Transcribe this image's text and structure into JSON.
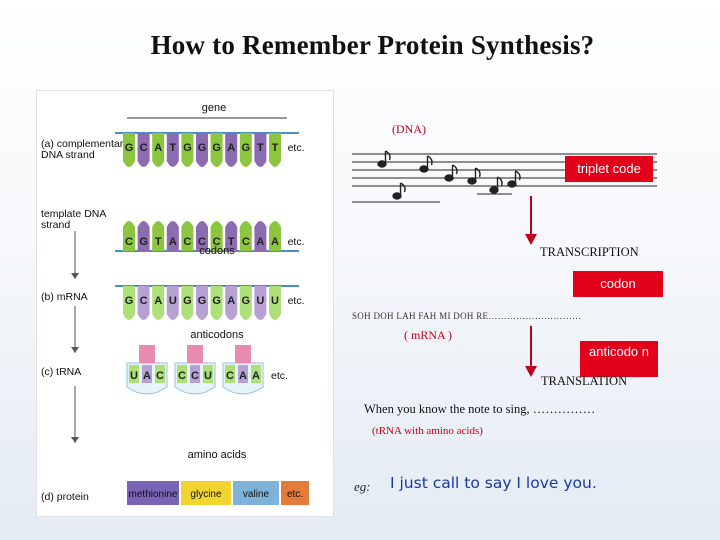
{
  "title": "How to Remember Protein Synthesis?",
  "figure": {
    "gene_label": "gene",
    "rows": [
      {
        "label": [
          "(a) complementary",
          "DNA strand"
        ],
        "bases": [
          "G",
          "C",
          "A",
          "T",
          "G",
          "G",
          "G",
          "A",
          "G",
          "T",
          "T"
        ],
        "suffix": "etc."
      },
      {
        "label": [
          "template DNA",
          "strand"
        ],
        "bases": [
          "C",
          "G",
          "T",
          "A",
          "C",
          "C",
          "C",
          "T",
          "C",
          "A",
          "A"
        ],
        "suffix": "etc."
      },
      {
        "label": [
          "(b) mRNA"
        ],
        "bases": [
          "G",
          "C",
          "A",
          "U",
          "G",
          "G",
          "G",
          "A",
          "G",
          "U",
          "U"
        ],
        "suffix": "etc."
      },
      {
        "label": [
          "(c) tRNA"
        ],
        "bases": [
          "U",
          "A",
          "C",
          "C",
          "C",
          "U",
          "C",
          "A",
          "A"
        ],
        "suffix": "etc."
      }
    ],
    "codons_label": "codons",
    "anticodons_label": "anticodons",
    "amino_acids_label": "amino acids",
    "protein_label": "(d) protein",
    "amino_acids": [
      "methionine",
      "glycine",
      "valine",
      "etc."
    ],
    "colors": {
      "purple": "#8c6bb1",
      "green": "#8cc63f",
      "lilac": "#b6a0d4",
      "mint": "#aee07a",
      "pink": "#e98bb0",
      "methionine": "#7b64b8",
      "glycine": "#f2d431",
      "valine": "#7fb2d8",
      "etc": "#e37b3a"
    }
  },
  "annotations": {
    "dna": "(DNA)",
    "triplet_code": "triplet code",
    "transcription": "TRANSCRIPTION",
    "codon": "codon",
    "solfege": "SOH  DOH    LAH  FAH   MI   DOH    RE…………………………",
    "mrna": "( mRNA )",
    "anticodon": "anticodo n",
    "translation": "TRANSLATION",
    "sentence": "When you know the note to sing, ……………",
    "trna": "(tRNA with amino acids)",
    "eg": "eg:",
    "lyric": "I just call to say I love you."
  }
}
